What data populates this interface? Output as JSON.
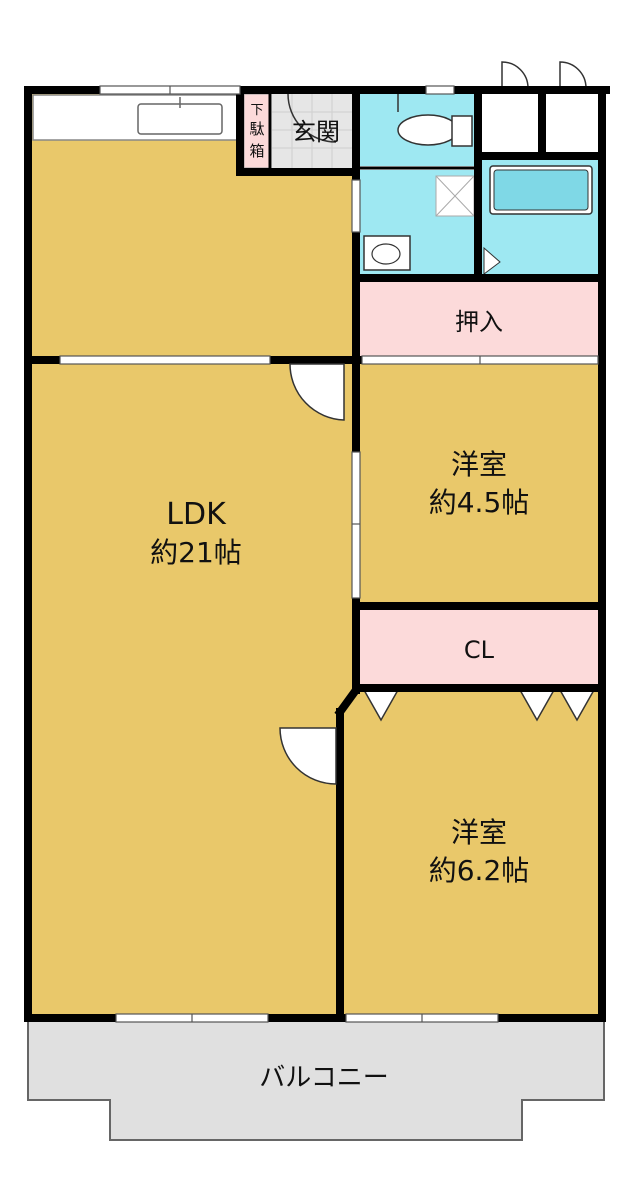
{
  "rooms": {
    "ldk": {
      "name": "LDK",
      "size": "約21帖"
    },
    "western1": {
      "name": "洋室",
      "size": "約4.5帖"
    },
    "western2": {
      "name": "洋室",
      "size": "約6.2帖"
    },
    "oshiire": {
      "name": "押入"
    },
    "closet": {
      "name": "CL"
    },
    "entrance": {
      "name": "玄関"
    },
    "shoe_box": {
      "line1": "下",
      "line2": "駄",
      "line3": "箱"
    },
    "balcony": {
      "name": "バルコニー"
    }
  },
  "colors": {
    "living_floor": "#E9C86A",
    "storage": "#FCDADA",
    "wet_area": "#9EE8F2",
    "entrance_tile": "#E6E6E6",
    "balcony": "#E0E0E0",
    "wall": "#000000"
  }
}
